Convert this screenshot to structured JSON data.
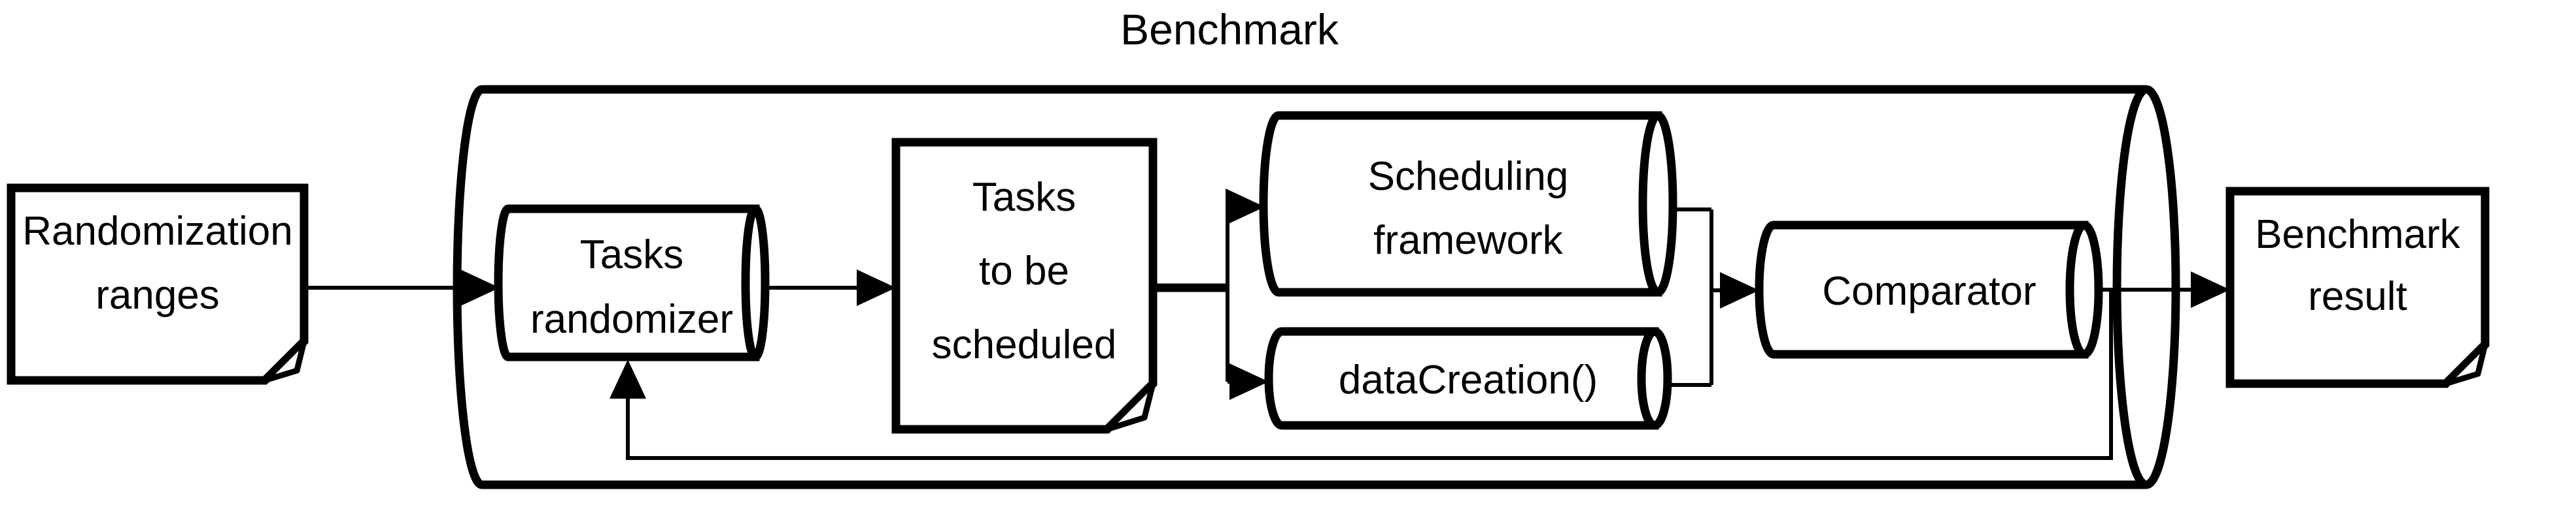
{
  "diagram": {
    "title": "Benchmark",
    "colors": {
      "stroke": "#000000",
      "background": "#ffffff"
    },
    "nodes": {
      "randomization_ranges": {
        "shape": "document",
        "lines": [
          "Randomization",
          "ranges"
        ]
      },
      "tasks_randomizer": {
        "shape": "cylinder",
        "lines": [
          "Tasks",
          "randomizer"
        ]
      },
      "tasks_to_be_scheduled": {
        "shape": "document",
        "lines": [
          "Tasks",
          "to be",
          "scheduled"
        ]
      },
      "scheduling_framework": {
        "shape": "cylinder",
        "lines": [
          "Scheduling",
          "framework"
        ]
      },
      "data_creation": {
        "shape": "cylinder",
        "lines": [
          "dataCreation()"
        ]
      },
      "comparator": {
        "shape": "cylinder",
        "lines": [
          "Comparator"
        ]
      },
      "benchmark_result": {
        "shape": "document",
        "lines": [
          "Benchmark",
          "result"
        ]
      }
    },
    "container": {
      "name": "benchmark",
      "shape": "cylinder",
      "contains": [
        "tasks_randomizer",
        "tasks_to_be_scheduled",
        "scheduling_framework",
        "data_creation",
        "comparator"
      ]
    },
    "edges": [
      {
        "from": "randomization_ranges",
        "to": "tasks_randomizer",
        "type": "arrow"
      },
      {
        "from": "tasks_randomizer",
        "to": "tasks_to_be_scheduled",
        "type": "arrow"
      },
      {
        "from": "tasks_to_be_scheduled",
        "to": "scheduling_framework",
        "type": "arrow"
      },
      {
        "from": "tasks_to_be_scheduled",
        "to": "data_creation",
        "type": "arrow"
      },
      {
        "from": "scheduling_framework",
        "to": "comparator",
        "type": "arrow"
      },
      {
        "from": "data_creation",
        "to": "comparator",
        "type": "arrow"
      },
      {
        "from": "comparator",
        "to": "benchmark_result",
        "type": "arrow"
      },
      {
        "from": "comparator",
        "to": "tasks_randomizer",
        "type": "feedback-arrow"
      }
    ]
  }
}
